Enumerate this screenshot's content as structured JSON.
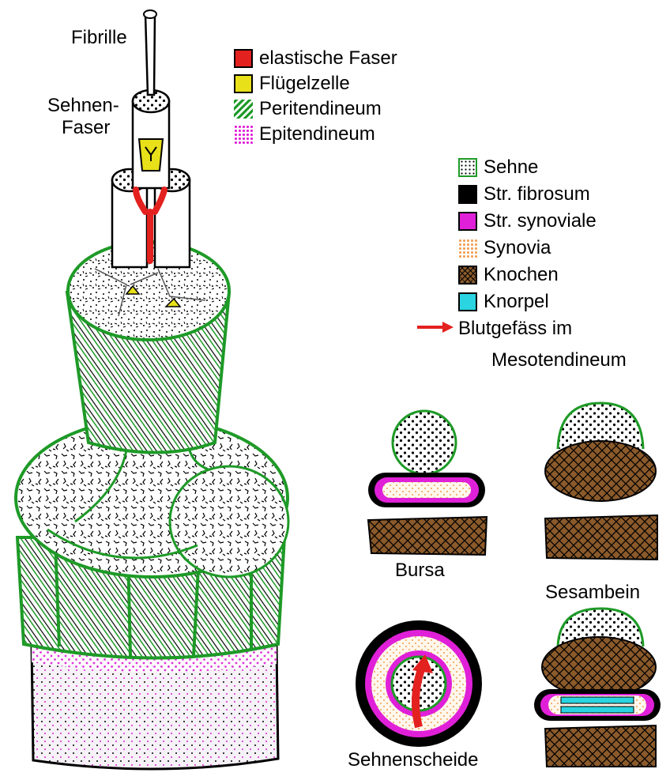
{
  "labels": {
    "fibrille": "Fibrille",
    "sehnen": "Sehnen-",
    "faser": "Faser",
    "bursa": "Bursa",
    "sesambein": "Sesambein",
    "sehnenscheide": "Sehnenscheide"
  },
  "legend_top": [
    {
      "label": "elastische Faser",
      "color": "#e3211f",
      "pattern": "solid"
    },
    {
      "label": "Flügelzelle",
      "color": "#e8e019",
      "pattern": "solid"
    },
    {
      "label": "Peritendineum",
      "color": "#1e9a27",
      "pattern": "hatch"
    },
    {
      "label": "Epitendineum",
      "color": "#e020d8",
      "pattern": "dots"
    }
  ],
  "legend_right": [
    {
      "label": "Sehne",
      "color": "#1e9a27",
      "pattern": "speckle"
    },
    {
      "label": "Str. fibrosum",
      "color": "#000000",
      "pattern": "solid"
    },
    {
      "label": "Str. synoviale",
      "color": "#e020d8",
      "pattern": "solid"
    },
    {
      "label": "Synovia",
      "color": "#f0a050",
      "pattern": "dots"
    },
    {
      "label": "Knochen",
      "color": "#8b5a2b",
      "pattern": "cross"
    },
    {
      "label": "Knorpel",
      "color": "#2ad4e0",
      "pattern": "solid"
    },
    {
      "label": "Blutgefäss im",
      "color": "#e3211f",
      "pattern": "arrow"
    }
  ],
  "legend_note": "Mesotendineum"
}
